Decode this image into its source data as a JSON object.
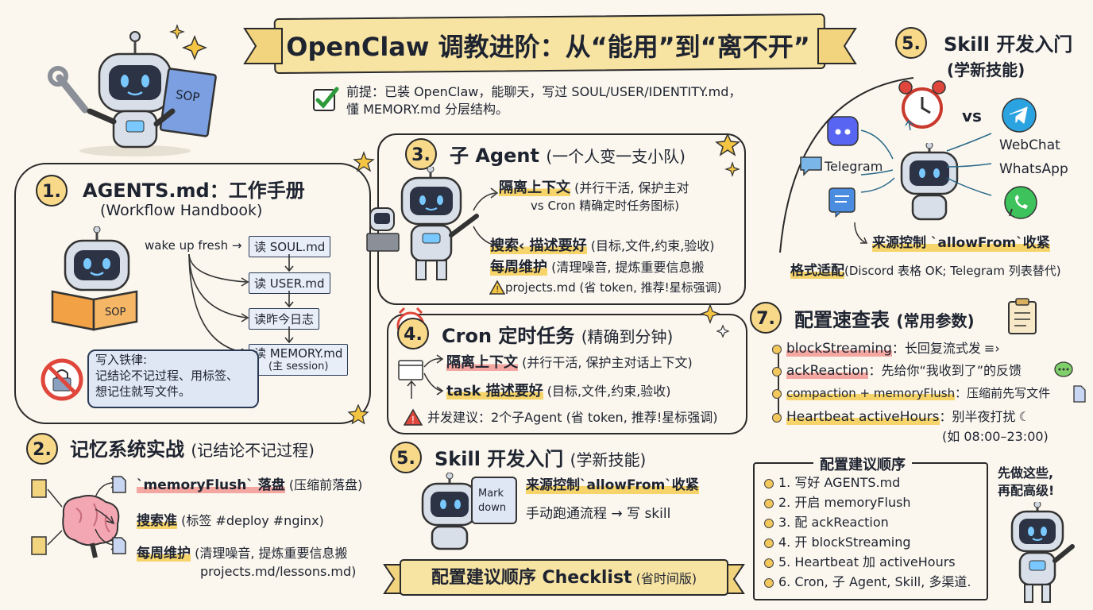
{
  "title": "OpenClaw 调教进阶：从“能用”到“离不开”",
  "premise": {
    "line1": "前提：已装 OpenClaw，能聊天，写过 SOUL/USER/IDENTITY.md，",
    "line2": "懂 MEMORY.md 分层结构。"
  },
  "sop_label": "SOP",
  "s1": {
    "num": "1.",
    "title": "AGENTS.md：工作手册",
    "subtitle": "(Workflow Handbook)",
    "wake": "wake up fresh →",
    "steps": [
      "读 SOUL.md",
      "读 USER.md",
      "读昨今日志",
      "读 MEMORY.md"
    ],
    "step4_sub": "(主 session)",
    "rules_title": "写入铁律:",
    "rules_line1": "记结论不记过程、用标签、",
    "rules_line2": "想记住就写文件。"
  },
  "s2": {
    "num": "2.",
    "title": "记忆系统实战",
    "title_paren": "(记结论不记过程)",
    "i1_code": "`memoryFlush` 落盘",
    "i1_paren": "(压缩前落盘)",
    "i2": "搜索准",
    "i2_paren": "(标签 #deploy #nginx)",
    "i3": "每周维护",
    "i3_paren": "(清理噪音, 提炼重要信息搬",
    "i3_line2": "projects.md/lessons.md)"
  },
  "s3": {
    "num": "3.",
    "title": "子 Agent",
    "title_paren": "(一个人变一支小队)",
    "i1": "隔离上下文",
    "i1_paren": "(并行干活, 保护主对",
    "i1_line2": "vs Cron 精确定时任务图标)",
    "i2": "搜索‹ 描述要好",
    "i2_paren": "(目标,文件,约束,验收)",
    "i3": "每周维护",
    "i3_paren": "(清理噪音, 提炼重要信息搬",
    "i3_line2": "projects.md (省 token, 推荐!星标强调)"
  },
  "s4": {
    "num": "4.",
    "title": "Cron 定时任务",
    "title_paren": "(精确到分钟)",
    "i1": "隔离上下文",
    "i1_paren": "(并行干活, 保护主对话上下文)",
    "i2": "task 描述要好",
    "i2_paren": "(目标,文件,约束,验收)",
    "warn": "并发建议：2个子Agent (省 token, 推荐!星标强调)"
  },
  "s5": {
    "num": "5.",
    "title": "Skill 开发入门",
    "title_paren": "(学新技能)",
    "md_label_1": "Mark",
    "md_label_2": "down",
    "i1": "来源控制`allowFrom`收紧",
    "i2": "手动跑通流程 → 写 skill"
  },
  "s5r": {
    "num": "5.",
    "title": "Skill 开发入门",
    "subtitle": "(学新技能)",
    "vs": "vs",
    "channels": [
      "Telegram",
      "WebChat",
      "WhatsApp"
    ],
    "source_control": "来源控制 `allowFrom`收紧",
    "format_bold": "格式适配",
    "format_rest": "(Discord 表格 OK; Telegram 列表替代)"
  },
  "s7": {
    "num": "7.",
    "title": "配置速查表",
    "title_paren": "(常用参数)",
    "items": [
      {
        "key": "blockStreaming",
        "desc": "：长回复流式发"
      },
      {
        "key": "ackReaction",
        "desc": "：先给你“我收到了”的反馈"
      },
      {
        "key": "compaction + memoryFlush",
        "desc": "：压缩前先写文件"
      },
      {
        "key": "Heartbeat activeHours",
        "desc": "：别半夜打扰"
      }
    ],
    "hours": "(如 08:00–23:00)"
  },
  "order": {
    "title": "配置建议顺序",
    "items": [
      "1. 写好 AGENTS.md",
      "2. 开启 memoryFlush",
      "3. 配 ackReaction",
      "4. 开 blockStreaming",
      "5. Heartbeat 加 activeHours",
      "6. Cron, 子 Agent, Skill, 多渠道."
    ],
    "bubble_line1": "先做这些,",
    "bubble_line2": "再配高级!"
  },
  "footer": {
    "main": "配置建议顺序 Checklist",
    "paren": "(省时间版)"
  }
}
